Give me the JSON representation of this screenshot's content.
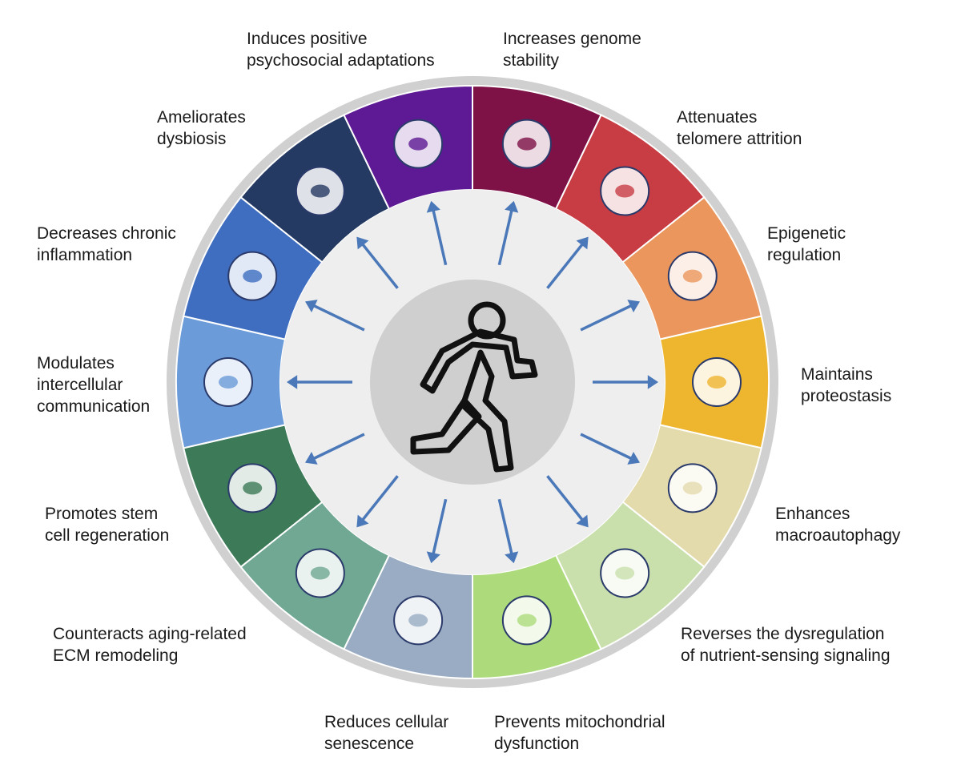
{
  "center": {
    "icon": "running-person-icon"
  },
  "colors": {
    "outer_ring": "#d0d0d0",
    "inner_disc": "#eeeeee",
    "center_disc": "#cfcfcf",
    "arrow": "#4a78b8",
    "segment_divider": "#ffffff"
  },
  "segments": [
    {
      "id": "genome",
      "label": "Increases genome\nstability",
      "color": "#7e1247",
      "icon": "dna-icon"
    },
    {
      "id": "telomere",
      "label": "Attenuates\ntelomere attrition",
      "color": "#c73d43",
      "icon": "chromosome-icon"
    },
    {
      "id": "epigenetic",
      "label": "Epigenetic\nregulation",
      "color": "#eb965c",
      "icon": "nucleosome-icon"
    },
    {
      "id": "proteostasis",
      "label": "Maintains\nproteostasis",
      "color": "#eeb52f",
      "icon": "protein-folding-icon"
    },
    {
      "id": "macroautophagy",
      "label": "Enhances\nmacroautophagy",
      "color": "#e4dbac",
      "icon": "autophagosome-icon"
    },
    {
      "id": "nutrient",
      "label": "Reverses the dysregulation\nof nutrient-sensing signaling",
      "color": "#c9e0ad",
      "icon": "signaling-network-icon"
    },
    {
      "id": "mitochondria",
      "label": "Prevents mitochondrial\ndysfunction",
      "color": "#addb7c",
      "icon": "mitochondrion-icon"
    },
    {
      "id": "senescence",
      "label": "Reduces cellular\nsenescence",
      "color": "#9aacc4",
      "icon": "senescent-cell-icon"
    },
    {
      "id": "ecm",
      "label": "Counteracts aging-related\nECM remodeling",
      "color": "#70a894",
      "icon": "ecm-fibers-icon"
    },
    {
      "id": "stem",
      "label": "Promotes stem\ncell regeneration",
      "color": "#3d7a58",
      "icon": "stem-cells-icon"
    },
    {
      "id": "intercellular",
      "label": "Modulates\nintercellular\ncommunication",
      "color": "#6b9bd8",
      "icon": "cell-communication-icon"
    },
    {
      "id": "inflammation",
      "label": "Decreases chronic\ninflammation",
      "color": "#3f6ec0",
      "icon": "no-inflammation-icon"
    },
    {
      "id": "dysbiosis",
      "label": "Ameliorates\ndysbiosis",
      "color": "#253a63",
      "icon": "gut-microbiome-icon"
    },
    {
      "id": "psychosocial",
      "label": "Induces positive\npsychosocial adaptations",
      "color": "#5e1a94",
      "icon": "head-heart-icon"
    }
  ]
}
